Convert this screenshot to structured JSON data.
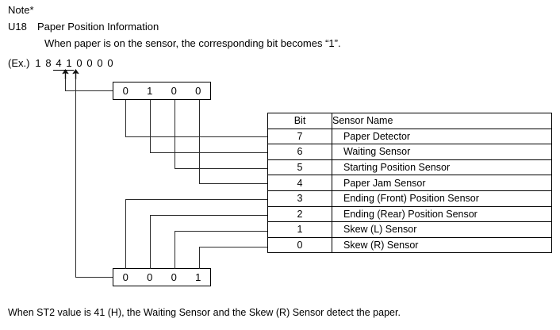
{
  "header": {
    "note_label": "Note*",
    "code": "U18",
    "title": "Paper Position Information",
    "description": "When paper is on the sensor, the corresponding bit becomes “1”."
  },
  "example": {
    "prefix": "(Ex.)",
    "digits": [
      "1",
      "8",
      "4",
      "1",
      "0",
      "0",
      "0",
      "0"
    ],
    "highlighted_indexes": [
      2,
      3
    ],
    "arrow_icon": "arrow-up-icon"
  },
  "upper_nibble_box": {
    "name": "upper-nibble",
    "bits": [
      "0",
      "1",
      "0",
      "0"
    ],
    "maps_to_bits": [
      "7",
      "6",
      "5",
      "4"
    ]
  },
  "lower_nibble_box": {
    "name": "lower-nibble",
    "bits": [
      "0",
      "0",
      "0",
      "1"
    ],
    "maps_to_bits": [
      "3",
      "2",
      "1",
      "0"
    ]
  },
  "table": {
    "columns": [
      "Bit",
      "Sensor Name"
    ],
    "rows": [
      {
        "bit": "7",
        "sensor": "Paper Detector"
      },
      {
        "bit": "6",
        "sensor": "Waiting Sensor"
      },
      {
        "bit": "5",
        "sensor": "Starting Position Sensor"
      },
      {
        "bit": "4",
        "sensor": "Paper Jam Sensor"
      },
      {
        "bit": "3",
        "sensor": "Ending (Front) Position Sensor"
      },
      {
        "bit": "2",
        "sensor": "Ending (Rear) Position Sensor"
      },
      {
        "bit": "1",
        "sensor": "Skew (L) Sensor"
      },
      {
        "bit": "0",
        "sensor": "Skew (R) Sensor"
      }
    ]
  },
  "footer": {
    "note": "When ST2 value is 41 (H), the Waiting Sensor and the Skew (R) Sensor detect the paper."
  },
  "colors": {
    "ink": "#000000",
    "wire": "#2b2b2b",
    "paper": "#ffffff"
  }
}
